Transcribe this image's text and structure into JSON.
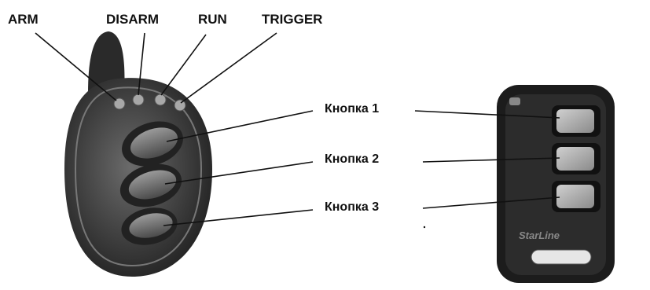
{
  "top_labels": {
    "arm": "ARM",
    "disarm": "DISARM",
    "run": "RUN",
    "trigger": "TRIGGER"
  },
  "callouts": {
    "button1": "Кнопка 1",
    "button2": "Кнопка 2",
    "button3": "Кнопка 3"
  },
  "brand_text": "StarLine"
}
